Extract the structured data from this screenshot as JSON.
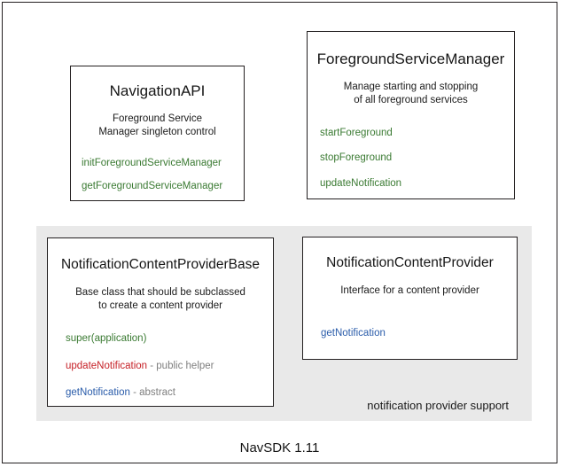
{
  "diagram": {
    "footer_label": "NavSDK 1.11",
    "group": {
      "caption": "notification provider support",
      "background": "#e9e9e9"
    },
    "colors": {
      "green": "#3a7a32",
      "red": "#c62127",
      "blue": "#2a5caa",
      "gray_note": "#7f7f7f",
      "border": "#231f20",
      "panel": "#e9e9e9"
    },
    "boxes": [
      {
        "title": "NavigationAPI",
        "description": "Foreground Service\nManager singleton control",
        "desc_line1": "Foreground Service",
        "desc_line2": "Manager singleton control",
        "methods": [
          {
            "name": "initForegroundServiceManager",
            "color": "green",
            "note": ""
          },
          {
            "name": "getForegroundServiceManager",
            "color": "green",
            "note": ""
          }
        ]
      },
      {
        "title": "ForegroundServiceManager",
        "desc_line1": "Manage starting and stopping",
        "desc_line2": "of all foreground services",
        "methods": [
          {
            "name": "startForeground",
            "color": "green",
            "note": ""
          },
          {
            "name": "stopForeground",
            "color": "green",
            "note": ""
          },
          {
            "name": "updateNotification",
            "color": "green",
            "note": ""
          }
        ]
      },
      {
        "title": "NotificationContentProviderBase",
        "desc_line1": "Base class that should be subclassed",
        "desc_line2": "to create a content provider",
        "methods": [
          {
            "name": "super(application)",
            "color": "green",
            "note": ""
          },
          {
            "name": "updateNotification",
            "color": "red",
            "note": " - public helper"
          },
          {
            "name": "getNotification",
            "color": "blue",
            "note": " - abstract"
          }
        ]
      },
      {
        "title": "NotificationContentProvider",
        "desc_line1": "Interface for a content provider",
        "desc_line2": "",
        "methods": [
          {
            "name": "getNotification",
            "color": "blue",
            "note": ""
          }
        ]
      }
    ]
  }
}
